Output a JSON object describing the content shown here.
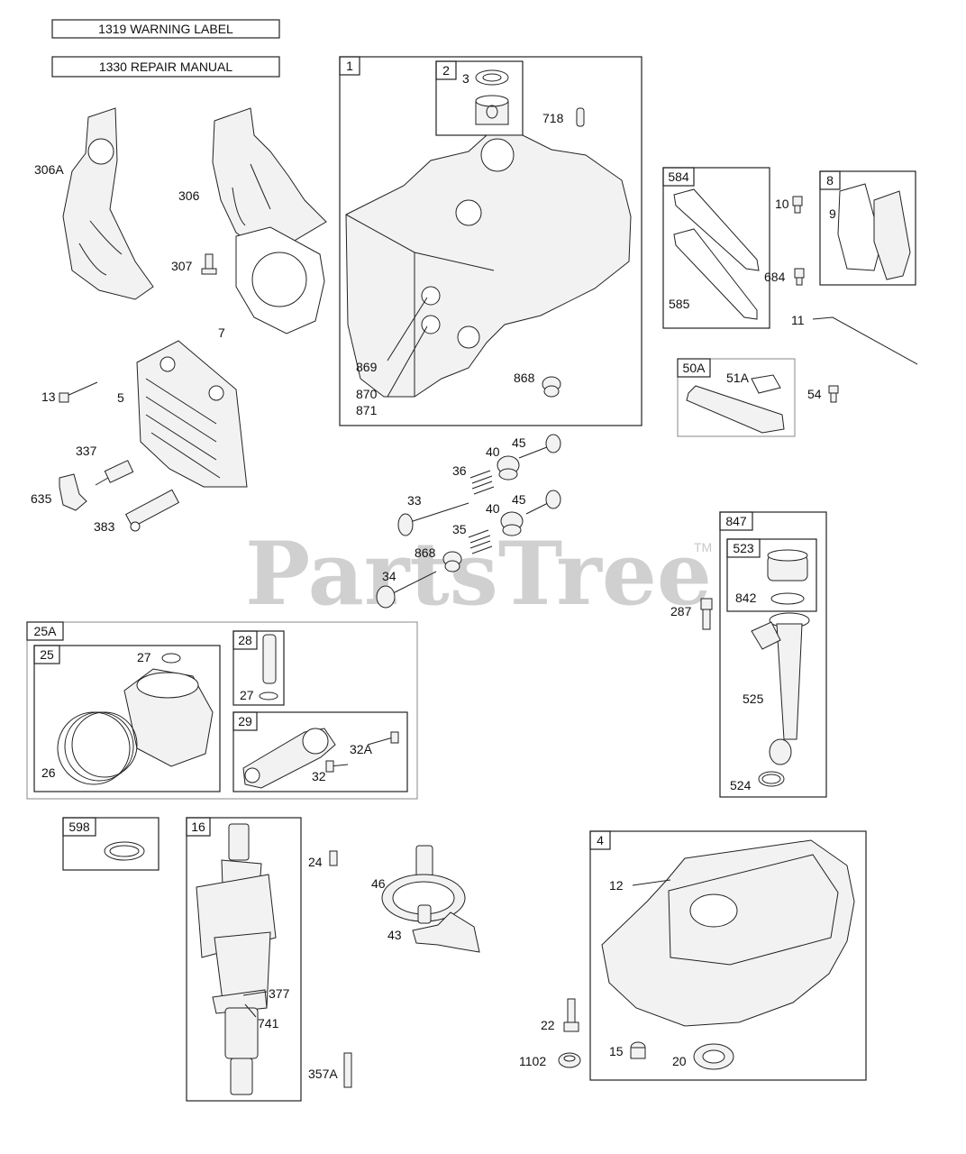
{
  "documents": {
    "warning_label": "1319 WARNING LABEL",
    "repair_manual": "1330 REPAIR MANUAL"
  },
  "watermark": {
    "brand": "PartsTree",
    "trademark": "TM"
  },
  "groups": {
    "g1": "1",
    "g2": "2",
    "g584": "584",
    "g8": "8",
    "g50A": "50A",
    "g25A": "25A",
    "g25": "25",
    "g28": "28",
    "g29": "29",
    "g847": "847",
    "g523": "523",
    "g598": "598",
    "g16": "16",
    "g4": "4"
  },
  "parts": {
    "p306A": "306A",
    "p306": "306",
    "p307": "307",
    "p7": "7",
    "p13": "13",
    "p5": "5",
    "p337": "337",
    "p635": "635",
    "p383": "383",
    "p3": "3",
    "p718": "718",
    "p869": "869",
    "p870": "870",
    "p871": "871",
    "p868a": "868",
    "p10": "10",
    "p9": "9",
    "p684": "684",
    "p585": "585",
    "p11": "11",
    "p51A": "51A",
    "p54": "54",
    "p45a": "45",
    "p40a": "40",
    "p36": "36",
    "p33": "33",
    "p40b": "40",
    "p45b": "45",
    "p35": "35",
    "p868b": "868",
    "p34": "34",
    "p287": "287",
    "p842": "842",
    "p525": "525",
    "p524": "524",
    "p27a": "27",
    "p26": "26",
    "p27b": "27",
    "p32A": "32A",
    "p32": "32",
    "p24": "24",
    "p46": "46",
    "p43": "43",
    "p377": "377",
    "p741": "741",
    "p357A": "357A",
    "p12": "12",
    "p22": "22",
    "p1102": "1102",
    "p15": "15",
    "p20": "20"
  }
}
